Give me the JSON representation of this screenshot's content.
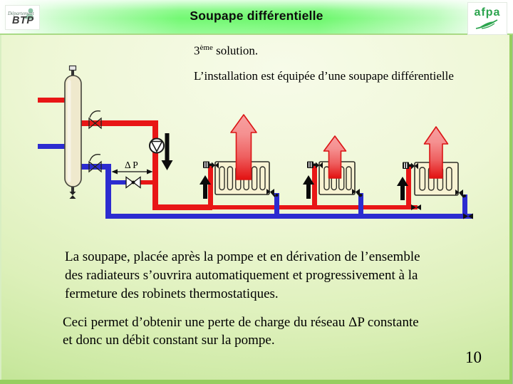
{
  "slide": {
    "title": "Soupape différentielle",
    "page_number": "10"
  },
  "logos": {
    "btp": {
      "department": "Département",
      "acronym": "BTP"
    },
    "afpa": {
      "name": "afpa"
    }
  },
  "intro": {
    "solution_prefix": "3",
    "solution_sup": "ème",
    "solution_suffix": " solution.",
    "equip_line": "L’installation est équipée d’une soupape différentielle"
  },
  "diagram": {
    "dp_label": "Δ P",
    "colors": {
      "supply_red": "#e81616",
      "return_blue": "#2c2cd0",
      "radiator_cream": "#f8f3d3",
      "separator_cream": "#efe9cd",
      "heat_arrow_deep": "#e31111",
      "heat_arrow_light": "#f7a0a0",
      "outline_dark": "#22221c"
    }
  },
  "body": {
    "para1_lines": [
      "La soupape, placée après la pompe et en dérivation de l’ensemble",
      "des radiateurs s’ouvrira automatiquement et progressivement à la",
      "fermeture des robinets thermostatiques."
    ],
    "para2_lines": [
      "Ceci permet d’obtenir une perte de charge du réseau ΔP constante",
      "et donc un débit constant sur la pompe."
    ]
  }
}
